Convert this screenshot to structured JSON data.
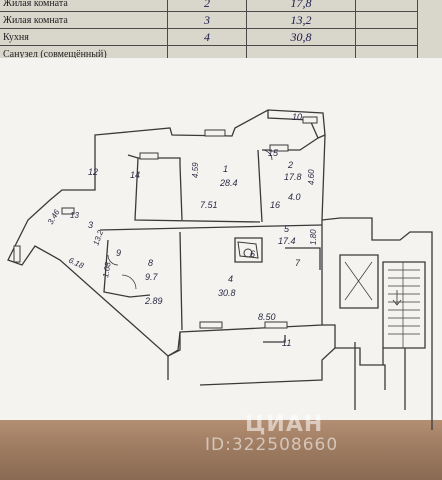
{
  "table": {
    "rows": [
      {
        "name": "Жилая комната",
        "num": "2",
        "value": "17,8"
      },
      {
        "name": "Жилая комната",
        "num": "3",
        "value": "13,2"
      },
      {
        "name": "Кухня",
        "num": "4",
        "value": "30,8"
      },
      {
        "name": "Санузел (совмещённый)",
        "num": "",
        "value": ""
      }
    ]
  },
  "plan": {
    "labels": {
      "l10": "10",
      "l12": "12",
      "l13": "13",
      "l14": "14",
      "l15": "15",
      "l16": "16",
      "l11": "11",
      "r1_num": "1",
      "r1_area": "28.4",
      "r1_h": "4.59",
      "r1_w": "7.51",
      "r2_num": "2",
      "r2_area": "17.8",
      "r2_h": "4.60",
      "r2_w": "4.0",
      "r3_num": "3",
      "r3_area": "13.2",
      "r3_dim": "3.46",
      "r3_side": "6.18",
      "r4_num": "4",
      "r4_area": "30.8",
      "r4_w": "8.50",
      "r5_num": "5",
      "r5_area": "17.4",
      "r5_dim": "1.80",
      "r6_num": "6",
      "r7_num": "7",
      "r8_num": "8",
      "r8_area": "9.7",
      "r8_dim": "1.08",
      "r9_num": "9",
      "dim_289": "2.89"
    }
  },
  "watermark": {
    "logo": "ЦИАН",
    "id": "ID:322508660"
  }
}
